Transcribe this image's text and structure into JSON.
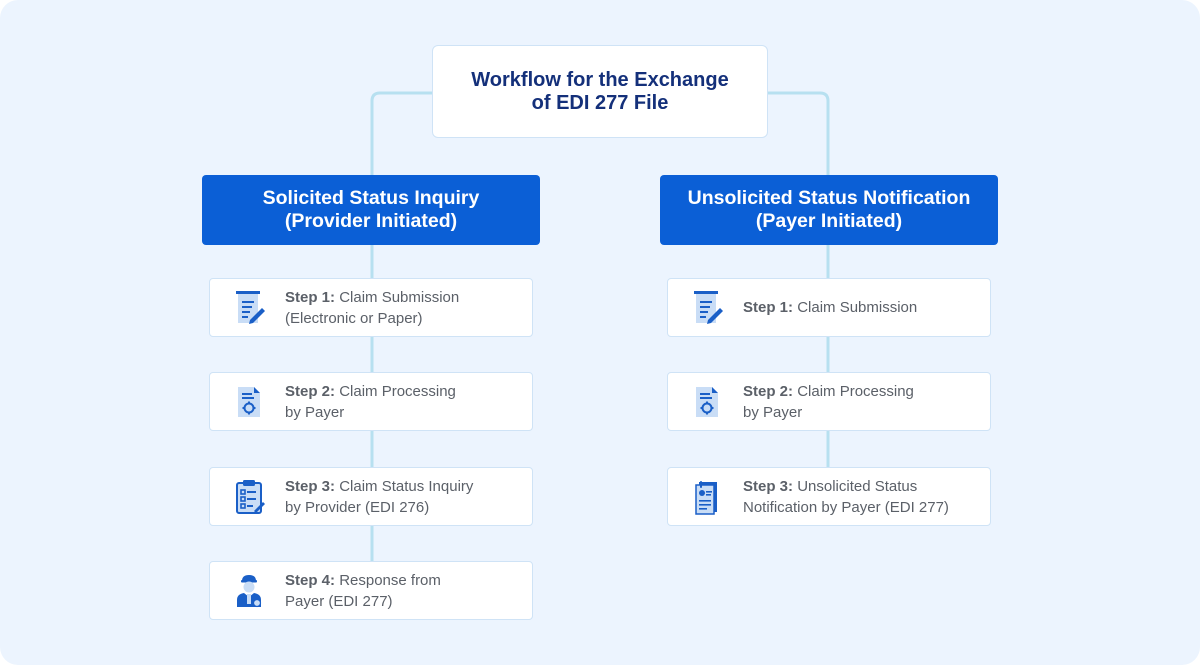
{
  "title": {
    "line1": "Workflow for the Exchange",
    "line2": "of EDI 277 File"
  },
  "colors": {
    "background": "#ecf4fe",
    "header_fill": "#0b5fd6",
    "title_text": "#14307a",
    "connector": "#b7e0f0",
    "icon_blue": "#1a5fc7"
  },
  "left_branch": {
    "header_line1": "Solicited Status Inquiry",
    "header_line2": "(Provider Initiated)",
    "steps": [
      {
        "label": "Step 1:",
        "line1": "Claim Submission",
        "line2": "(Electronic or Paper)",
        "icon": "document-pen-icon"
      },
      {
        "label": "Step 2:",
        "line1": "Claim Processing",
        "line2": "by Payer",
        "icon": "document-gear-icon"
      },
      {
        "label": "Step 3:",
        "line1": "Claim Status Inquiry",
        "line2": "by Provider (EDI 276)",
        "icon": "clipboard-checklist-icon"
      },
      {
        "label": "Step 4:",
        "line1": "Response from",
        "line2": "Payer (EDI 277)",
        "icon": "payer-person-icon"
      }
    ]
  },
  "right_branch": {
    "header_line1": "Unsolicited Status Notification",
    "header_line2": "(Payer Initiated)",
    "steps": [
      {
        "label": "Step 1:",
        "line1": "Claim Submission",
        "line2": "",
        "icon": "document-pen-icon"
      },
      {
        "label": "Step 2:",
        "line1": "Claim Processing",
        "line2": "by Payer",
        "icon": "document-gear-icon"
      },
      {
        "label": "Step 3:",
        "line1": "Unsolicited Status",
        "line2": "Notification by Payer (EDI 277)",
        "icon": "notification-document-icon"
      }
    ]
  }
}
